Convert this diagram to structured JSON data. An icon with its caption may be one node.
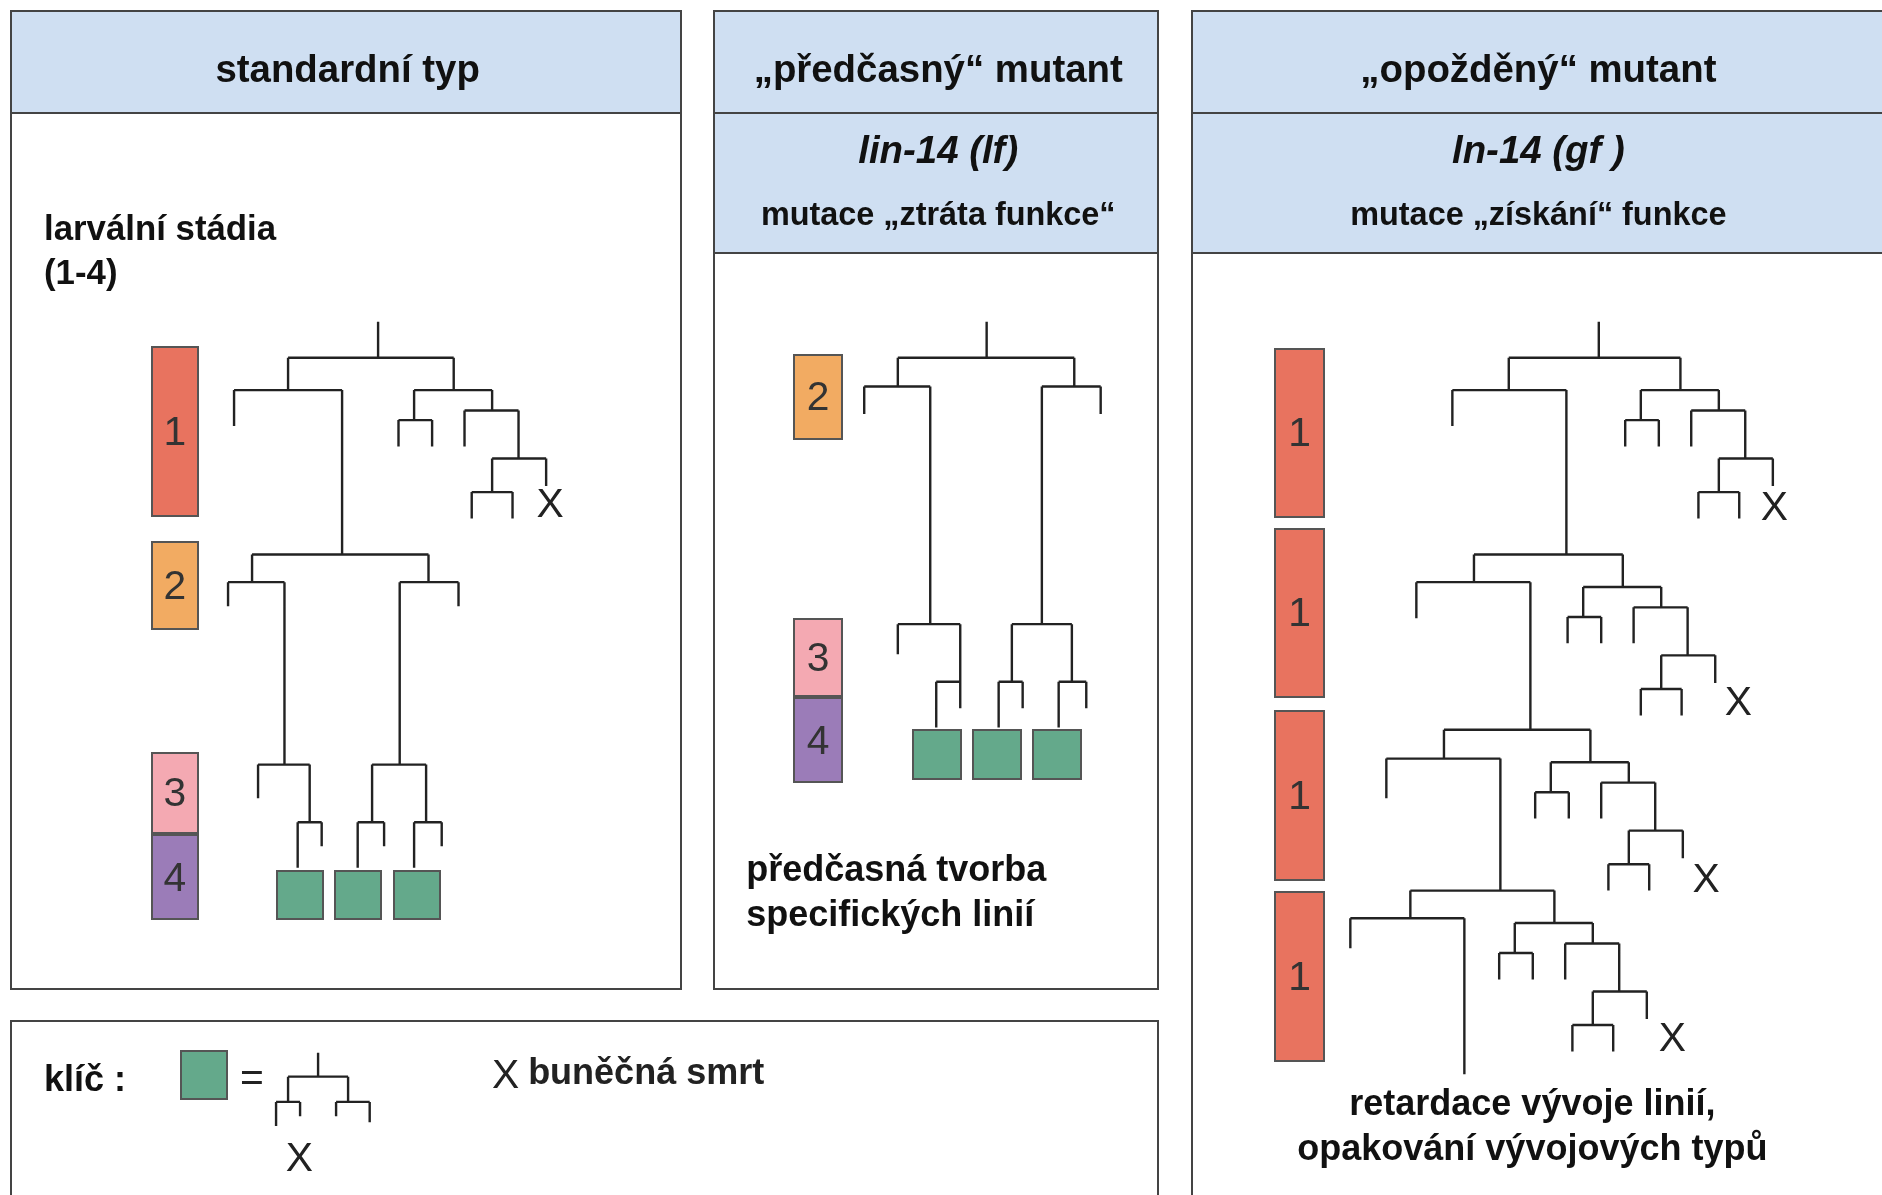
{
  "diagram": {
    "nodes": [
      {
        "text": [
          "standardní typ",
          "larvální stádia (1-4)"
        ]
      },
      {
        "text": [
          "1"
        ],
        "in": 0
      },
      {
        "text": [
          "2"
        ],
        "in": 0
      },
      {
        "text": [
          "3"
        ],
        "in": 0
      },
      {
        "text": [
          "4"
        ],
        "in": 0
      },
      {
        "text": [],
        "shape": "box",
        "in": 0
      },
      {
        "text": [],
        "shape": "box",
        "in": 0
      },
      {
        "text": [],
        "shape": "box",
        "in": 0
      },
      {
        "text": [
          "„předčasný“ mutant",
          "lin-14 (lf)",
          "mutace „ztráta funkce“",
          "předčasná tvorba specifických linií"
        ]
      },
      {
        "text": [
          "2"
        ],
        "in": 8
      },
      {
        "text": [
          "3"
        ],
        "in": 8
      },
      {
        "text": [
          "4"
        ],
        "in": 8
      },
      {
        "text": [],
        "shape": "box",
        "in": 8
      },
      {
        "text": [],
        "shape": "box",
        "in": 8
      },
      {
        "text": [],
        "shape": "box",
        "in": 8
      },
      {
        "text": [
          "„opožděný“ mutant",
          "ln-14 (gf )",
          "mutace „získání“ funkce",
          "retardace vývoje linií, opakování vývojových typů"
        ]
      },
      {
        "text": [
          "1"
        ],
        "in": 15
      },
      {
        "text": [
          "1"
        ],
        "in": 15
      },
      {
        "text": [
          "1"
        ],
        "in": 15
      },
      {
        "text": [
          "1"
        ],
        "in": 15
      },
      {
        "text": [
          "klíč :"
        ]
      },
      {
        "text": [],
        "shape": "box",
        "in": 20
      }
    ],
    "labels": [
      "X",
      "X",
      "X",
      "X",
      "X",
      "=",
      "X",
      "X",
      "buněčná smrt"
    ]
  }
}
